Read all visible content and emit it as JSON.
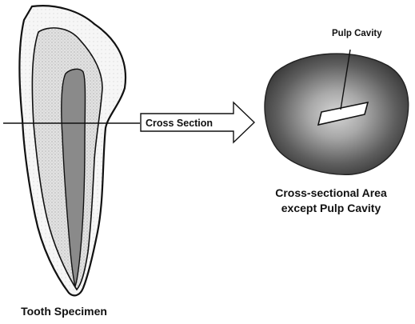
{
  "labels": {
    "cross_section": "Cross Section",
    "pulp_cavity": "Pulp Cavity",
    "area_line1": "Cross-sectional Area",
    "area_line2": "except Pulp Cavity",
    "tooth_specimen": "Tooth Specimen"
  },
  "colors": {
    "outline": "#111111",
    "enamel": "#f3f3f3",
    "dentin": "#cfcfcf",
    "pulp": "#8a8a8a",
    "section_dark": "#4a4a4a",
    "section_light": "#c6c6c6"
  }
}
